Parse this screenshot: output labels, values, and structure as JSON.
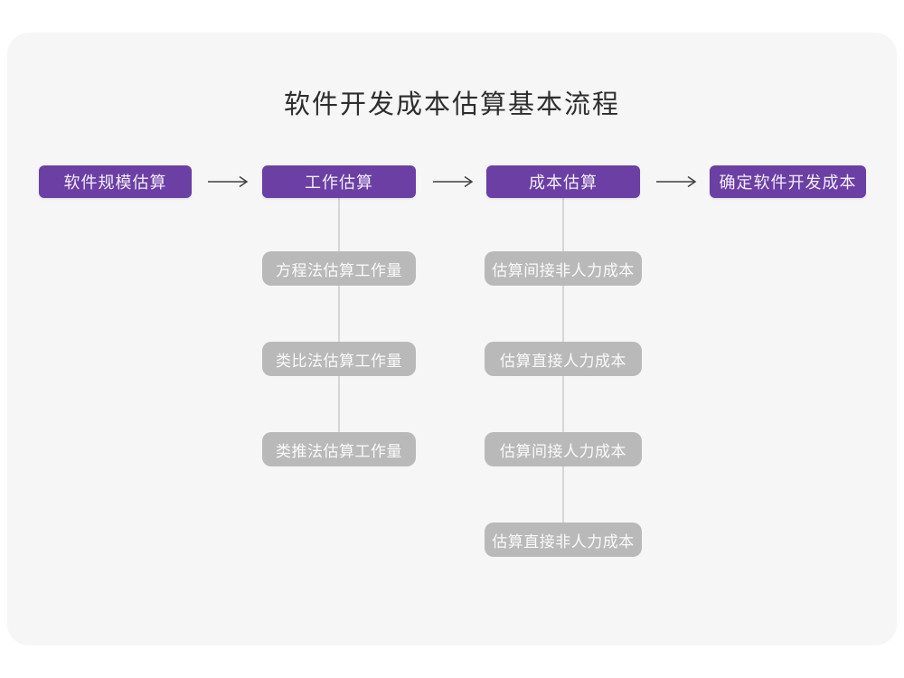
{
  "title": "软件开发成本估算基本流程",
  "colors": {
    "canvas_background": "#f6f6f7",
    "page_background": "#ffffff",
    "stage_accent": "#6b3fa4",
    "sub_node_gray": "#b9b9b9",
    "connector_line": "#d6d6d6",
    "arrow": "#404040",
    "title_text": "#2e2e2e"
  },
  "stages": [
    {
      "label": "软件规模估算",
      "children": []
    },
    {
      "label": "工作估算",
      "children": [
        "方程法估算工作量",
        "类比法估算工作量",
        "类推法估算工作量"
      ]
    },
    {
      "label": "成本估算",
      "children": [
        "估算间接非人力成本",
        "估算直接人力成本",
        "估算间接人力成本",
        "估算直接非人力成本"
      ]
    },
    {
      "label": "确定软件开发成本",
      "children": []
    }
  ]
}
